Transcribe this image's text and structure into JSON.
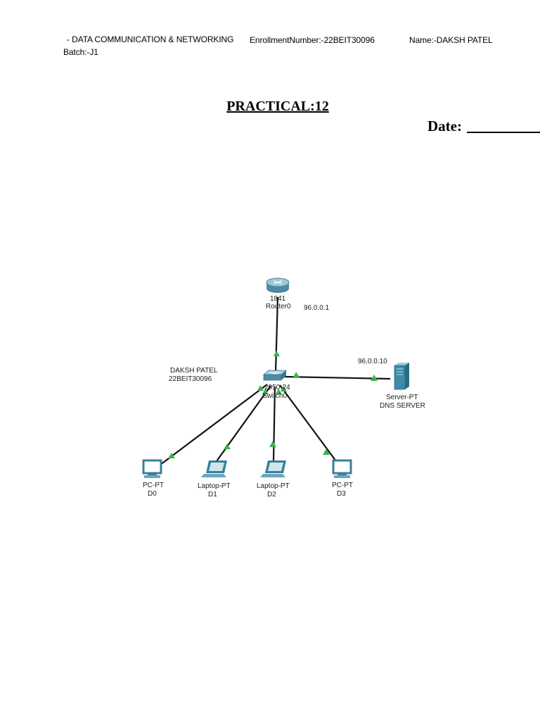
{
  "header": {
    "subject": "- DATA COMMUNICATION & NETWORKING",
    "enrollment": "EnrollmentNumber:-22BEIT30096",
    "name": "Name:-DAKSH PATEL",
    "batch": "Batch:-J1"
  },
  "title": "PRACTICAL:12",
  "date_label": "Date:",
  "topology": {
    "note": {
      "line1": "DAKSH PATEL",
      "line2": "22BEIT30096"
    },
    "router": {
      "model": "1841",
      "name": "Router0",
      "ip": "96.0.0.1"
    },
    "switch": {
      "model": "2950-24",
      "name": "Switch0"
    },
    "server": {
      "model": "Server-PT",
      "name": "DNS SERVER",
      "ip": "96.0.0.10"
    },
    "devices": [
      {
        "model": "PC-PT",
        "name": "D0",
        "icon": "pc-icon"
      },
      {
        "model": "Laptop-PT",
        "name": "D1",
        "icon": "laptop-icon"
      },
      {
        "model": "Laptop-PT",
        "name": "D2",
        "icon": "laptop-icon"
      },
      {
        "model": "PC-PT",
        "name": "D3",
        "icon": "pc-icon"
      }
    ],
    "colors": {
      "link": "#111111",
      "link_up": "#37b24d",
      "device": "#3a7f9a"
    }
  }
}
